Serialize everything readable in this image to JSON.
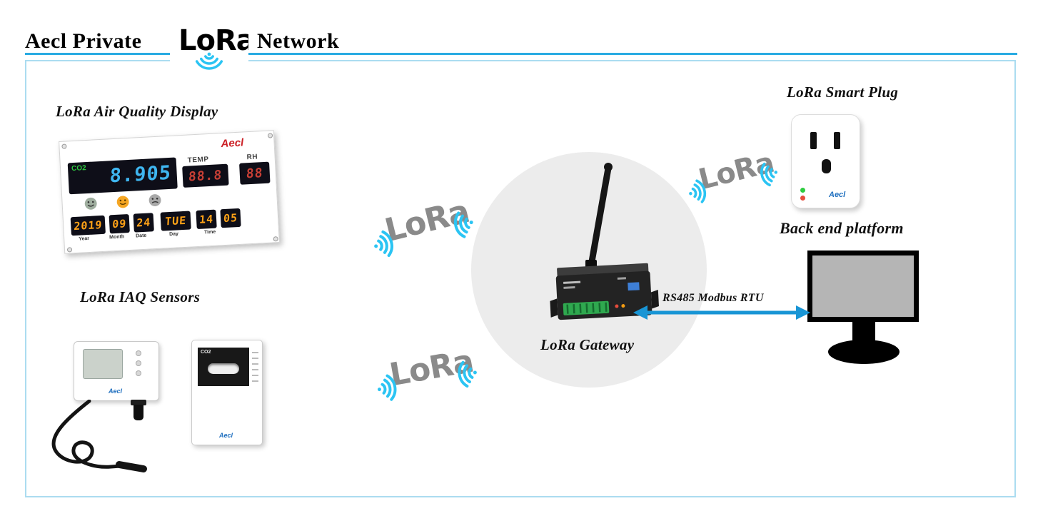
{
  "title": {
    "prefix": "Aecl Private",
    "suffix": "Network"
  },
  "lora_wordmark": "LoRa",
  "labels": {
    "air_quality_display": "LoRa Air Quality Display",
    "iaq_sensors": "LoRa IAQ Sensors",
    "smart_plug": "LoRa Smart Plug",
    "back_end_platform": "Back end platform",
    "gateway": "LoRa Gateway",
    "bus_link": "RS485 Modbus RTU"
  },
  "air_quality_display": {
    "brand": "Aecl",
    "co2_label": "CO2",
    "co2_value": "8.905",
    "temp_label": "TEMP",
    "temp_value": "88.8",
    "rh_label": "RH",
    "rh_value": "88",
    "clock": {
      "year": "2019",
      "month": "09",
      "date": "24",
      "day": "TUE",
      "hour": "14",
      "minute": "05",
      "year_label": "Year",
      "month_label": "Month",
      "date_label": "Date",
      "day_label": "Day",
      "time_label": "Time"
    },
    "emoticon_icons": [
      "smiley-good-icon",
      "smiley-moderate-icon",
      "smiley-poor-icon"
    ]
  },
  "iaq_sensors": {
    "probe_sensor_brand": "Aecl",
    "co2_sensor_label": "CO2",
    "co2_sensor_brand": "Aecl"
  },
  "smart_plug": {
    "brand": "Aecl"
  },
  "colors": {
    "accent_blue": "#29ABE2",
    "lora_cyan": "#2BC4F3",
    "lora_gray": "#8A8A8A",
    "frame_border": "#ABDCF0",
    "arrow_blue": "#1895D5",
    "coverage_gray": "#ECECEC",
    "digit_blue": "#3FB6F0",
    "digit_red": "#E8483B",
    "digit_orange": "#FFA217",
    "co2_green": "#2ECC40",
    "brand_red": "#CC2127",
    "brand_blue": "#1F6FBF"
  }
}
